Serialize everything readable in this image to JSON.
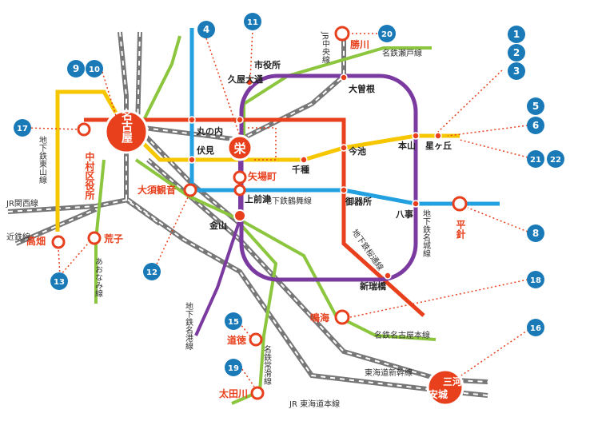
{
  "stations": {
    "nagoya": "名古屋",
    "sakae": "栄",
    "kanayama": "金山",
    "yabacho": "矢場町",
    "kamimaezu": "上前津",
    "osu_kannon": "大須観音",
    "nakamura_kuyakusho": "中村区役所",
    "takabata": "高畑",
    "arako": "荒子",
    "katsukawa": "勝川",
    "ozone": "大曽根",
    "shiyakusho": "市役所",
    "hisaya_odori": "久屋大通",
    "marunouchi": "丸の内",
    "fushimi": "伏見",
    "chikusa": "千種",
    "imaike": "今池",
    "motoyama": "本山",
    "hoshigaoka": "星ヶ丘",
    "gokiso": "御器所",
    "yagoto": "八事",
    "hirabari": "平針",
    "aratamabashi": "新瑞橋",
    "narumi": "鳴海",
    "dotoku": "道徳",
    "otagawa": "太田川",
    "mikawa_anjo_a": "三河",
    "mikawa_anjo_b": "安城"
  },
  "lines": {
    "jr_chuo": "JR中央線",
    "meitetsu_seto": "名鉄瀬戸線",
    "higashiyama": "地下鉄東山線",
    "jr_kansai": "JR関西線",
    "kintetsu": "近鉄線",
    "aonami": "あおなみ線",
    "tsurumai": "地下鉄鶴舞線",
    "meijo": "地下鉄名城線",
    "sakuradori": "地下鉄桜通線",
    "meiko": "地下鉄名港線",
    "tokoname": "名鉄常滑線",
    "meitetsu_nagoya": "名鉄名古屋本線",
    "shinkansen": "東海道新幹線",
    "jr_tokaido": "JR 東海道本線"
  },
  "markers": {
    "m1": "1",
    "m2": "2",
    "m3": "3",
    "m4": "4",
    "m5": "5",
    "m6": "6",
    "m8": "8",
    "m9": "9",
    "m10": "10",
    "m11": "11",
    "m12": "12",
    "m13": "13",
    "m15": "15",
    "m16": "16",
    "m17": "17",
    "m18": "18",
    "m19": "19",
    "m20": "20",
    "m21": "21",
    "m22": "22"
  },
  "colors": {
    "higashiyama": "#f6c700",
    "meijo": "#7b3aa0",
    "tsurumai": "#22a0e0",
    "sakuradori": "#e8401c",
    "meitetsu": "#8cc63f",
    "jr": "#777777",
    "marker": "#1a7ab8",
    "station_red": "#e8401c"
  }
}
